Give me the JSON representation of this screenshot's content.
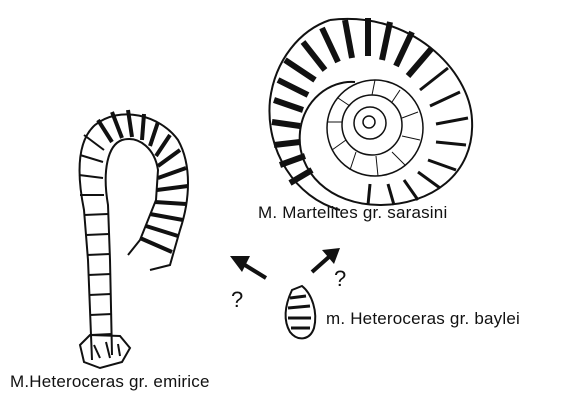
{
  "labels": {
    "martelites": "M. Martelites gr. sarasini",
    "heteroceras_baylei": "m. Heteroceras gr. baylei",
    "heteroceras_emirice": "M.Heteroceras gr. emirice"
  },
  "question_marks": [
    "?",
    "?"
  ],
  "colors": {
    "ink": "#111111",
    "background": "#ffffff"
  }
}
